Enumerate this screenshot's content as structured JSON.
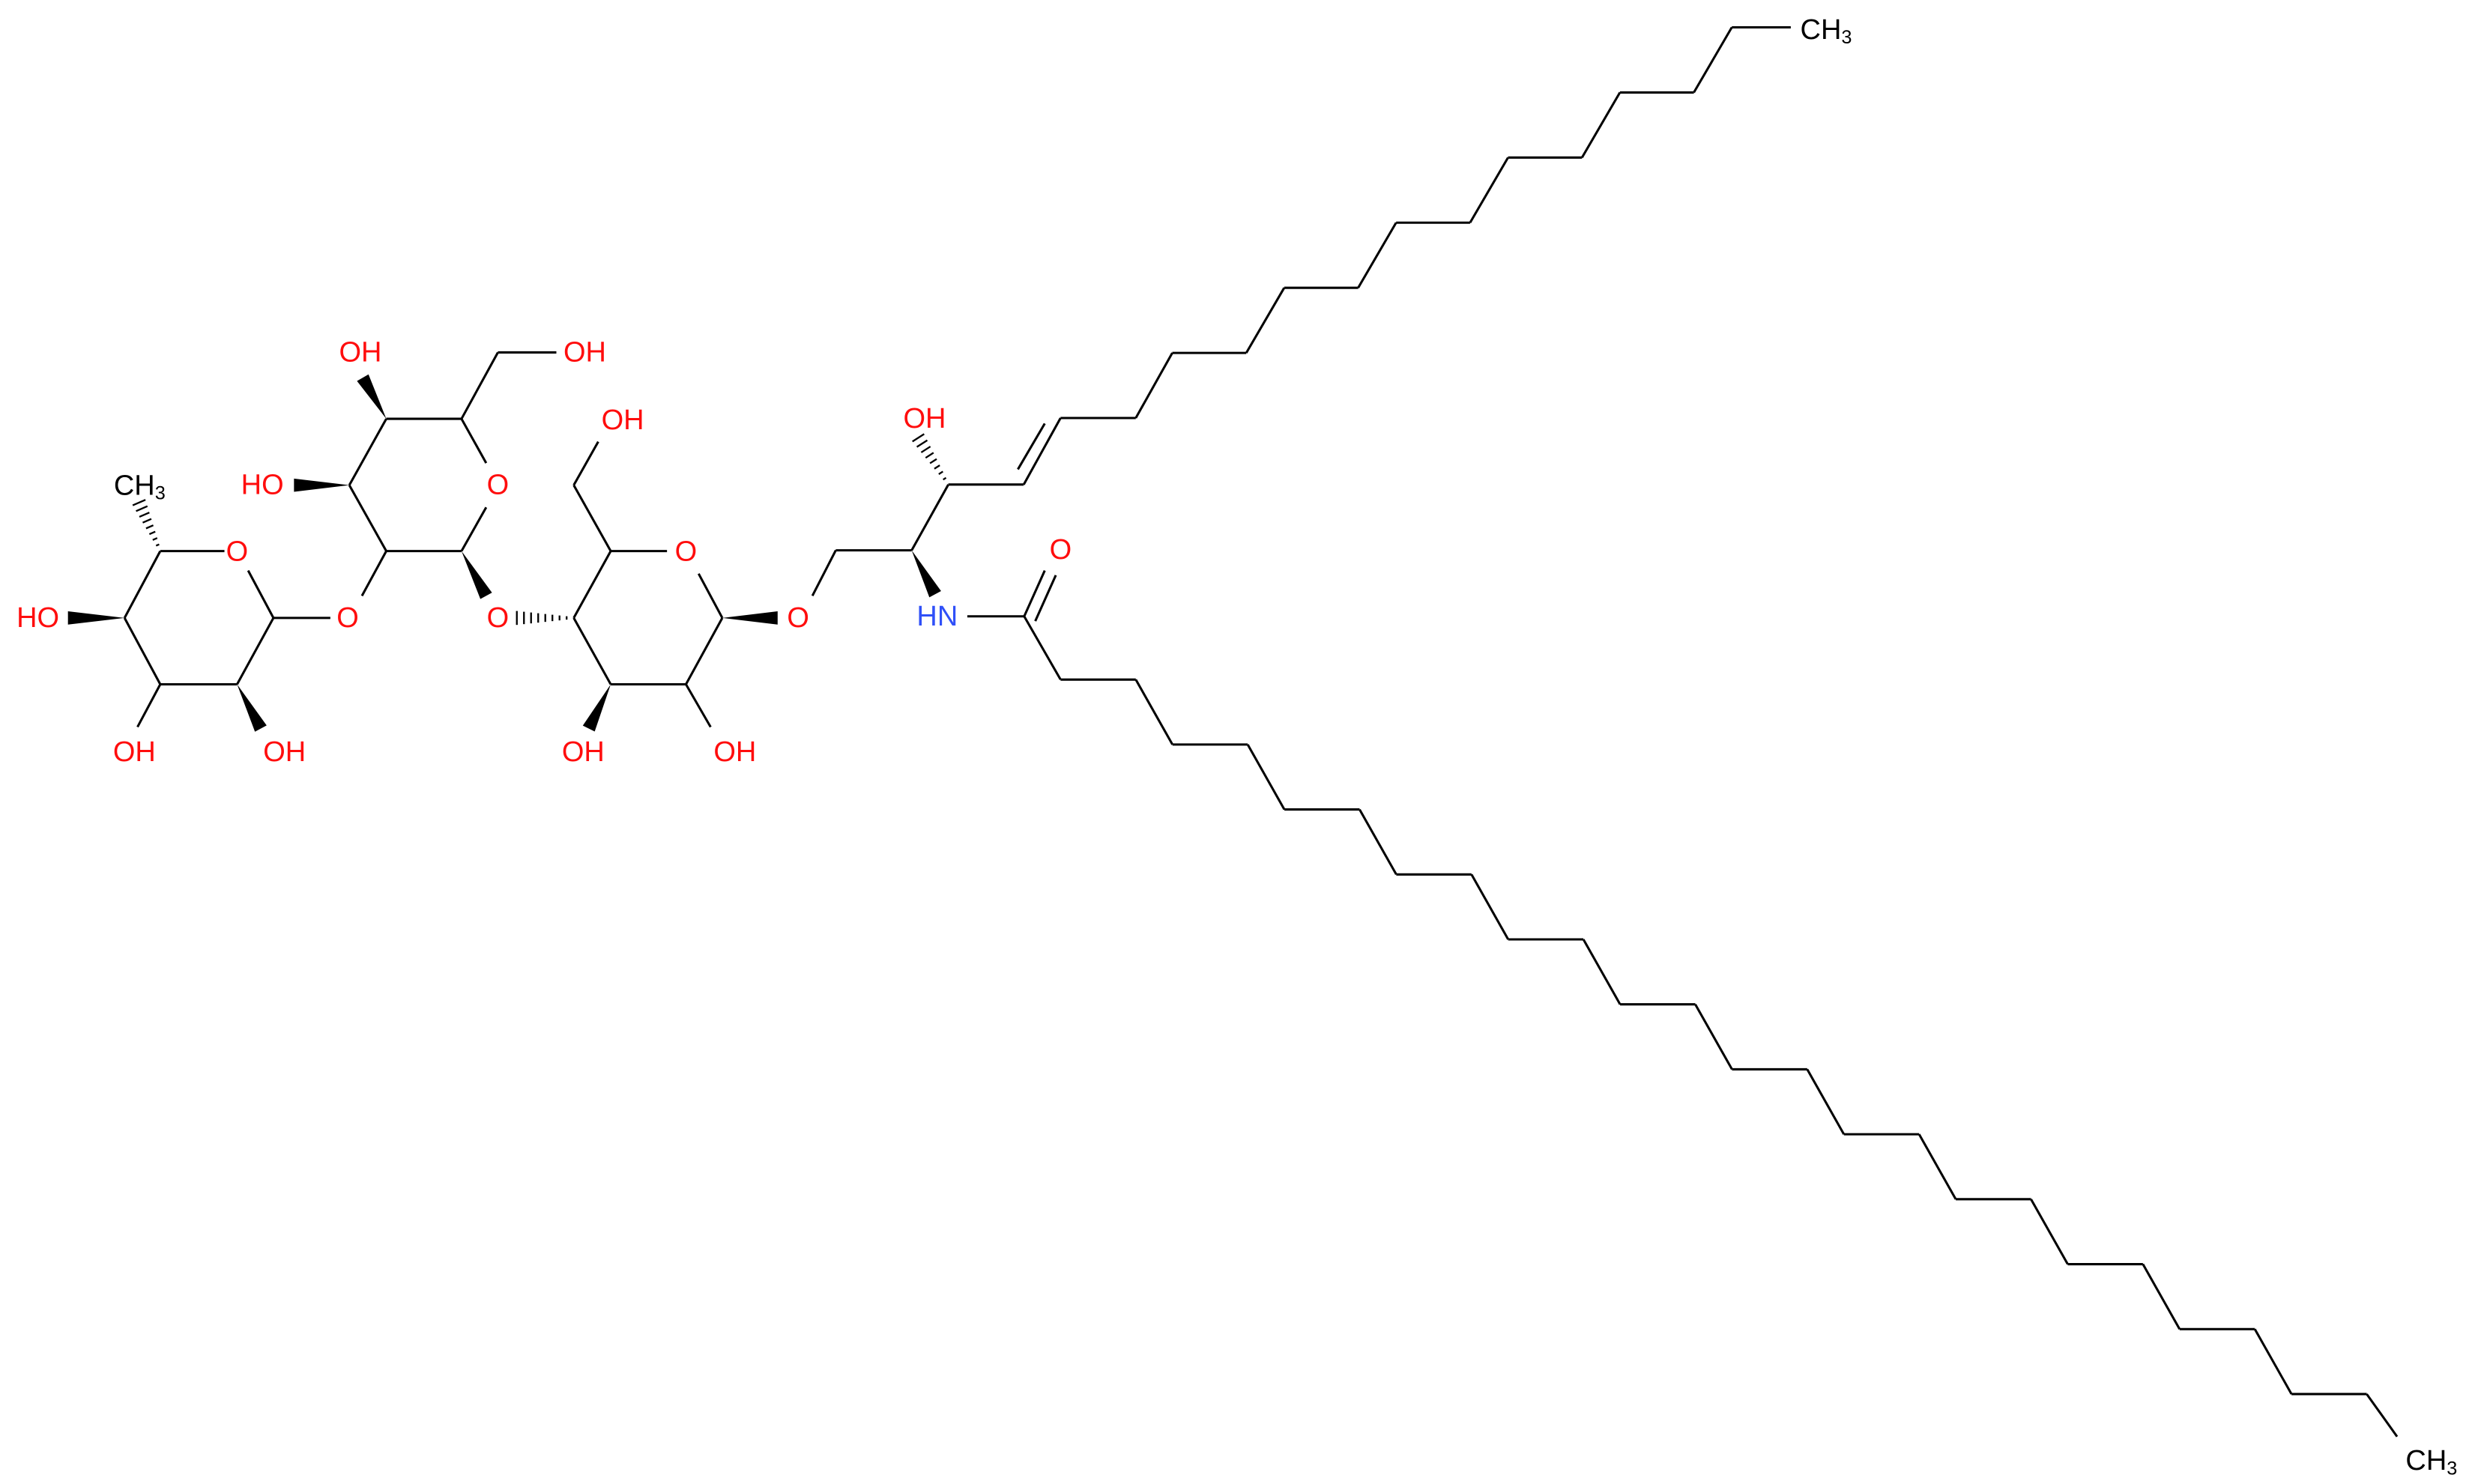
{
  "diagram": {
    "type": "skeletal chemical structure",
    "labels": {
      "OH": "OH",
      "HO": "HO",
      "O": "O",
      "HN": "HN",
      "C_H": "CH",
      "sub3": "3"
    },
    "colors": {
      "bond": "#000000",
      "oxygen": "#ff0d0d",
      "nitrogen": "#3050f8",
      "carbon_label": "#000000",
      "background": "#ffffff"
    }
  }
}
